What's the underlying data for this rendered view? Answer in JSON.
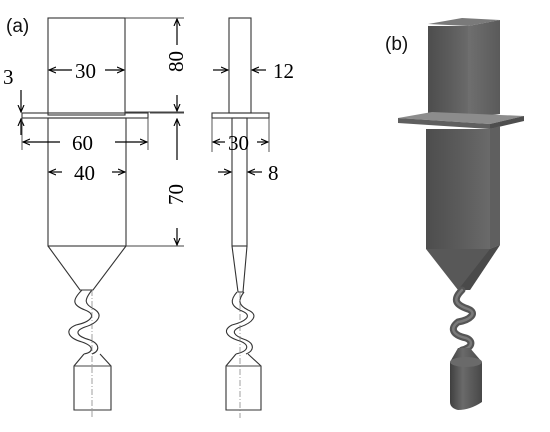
{
  "panels": {
    "a_label": "(a)",
    "b_label": "(b)"
  },
  "dimensions": {
    "upper_width": "30",
    "upper_height": "80",
    "flange_thickness": "3",
    "flange_width": "60",
    "lower_width": "40",
    "lower_height": "70",
    "side_upper_thickness": "12",
    "side_flange_width": "30",
    "side_lower_thickness": "8"
  },
  "colors": {
    "line": "#333333",
    "model_dark": "#555555",
    "model_mid": "#6e6e6e",
    "model_light": "#8a8a8a"
  }
}
